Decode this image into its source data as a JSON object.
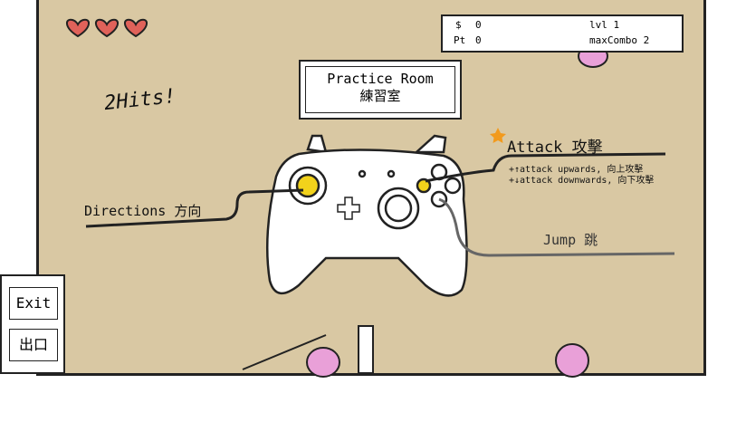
{
  "hud": {
    "money_label": "$",
    "money": "0",
    "points_label": "Pt",
    "points": "0",
    "level": "lvl 1",
    "max_combo": "maxCombo 2"
  },
  "lives": 3,
  "combo_text": "2Hits!",
  "title": {
    "en": "Practice Room",
    "zh": "練習室"
  },
  "labels": {
    "directions": "Directions 方向",
    "attack": "Attack 攻擊",
    "attack_up": "+↑attack upwards, 向上攻擊",
    "attack_down": "+↓attack downwards, 向下攻擊",
    "jump": "Jump 跳"
  },
  "exit": {
    "en": "Exit",
    "zh": "出口"
  },
  "colors": {
    "parchment": "#d9c8a3",
    "accent": "#f2d21b",
    "heart": "#e0625a",
    "star": "#f29a1d"
  }
}
